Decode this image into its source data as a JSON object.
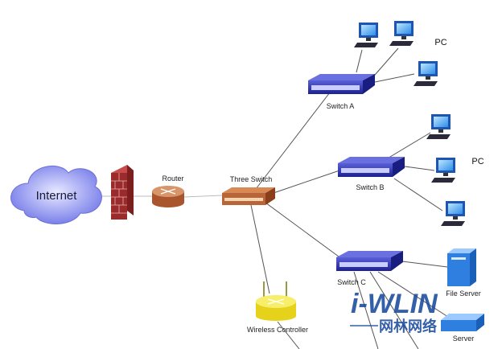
{
  "nodes": {
    "internet": "Internet",
    "router": "Router",
    "three_switch": "Three Switch",
    "switch_a": "Switch A",
    "switch_b": "Switch B",
    "switch_c": "Switch C",
    "pc_group_a": "PC",
    "pc_group_b": "PC",
    "file_server": "File Server",
    "server": "Server",
    "wireless_controller": "Wireless Controller"
  },
  "watermark": {
    "text": "i-WLIN",
    "subtext": "网林网络"
  },
  "colors": {
    "switch": "#2a2fa8",
    "router": "#b9653a",
    "cloud": "#8a8ff0",
    "firewall": "#9b2b2b",
    "server": "#2f7fe0",
    "wireless": "#f2e230",
    "watermark": "#1f4fa0"
  }
}
